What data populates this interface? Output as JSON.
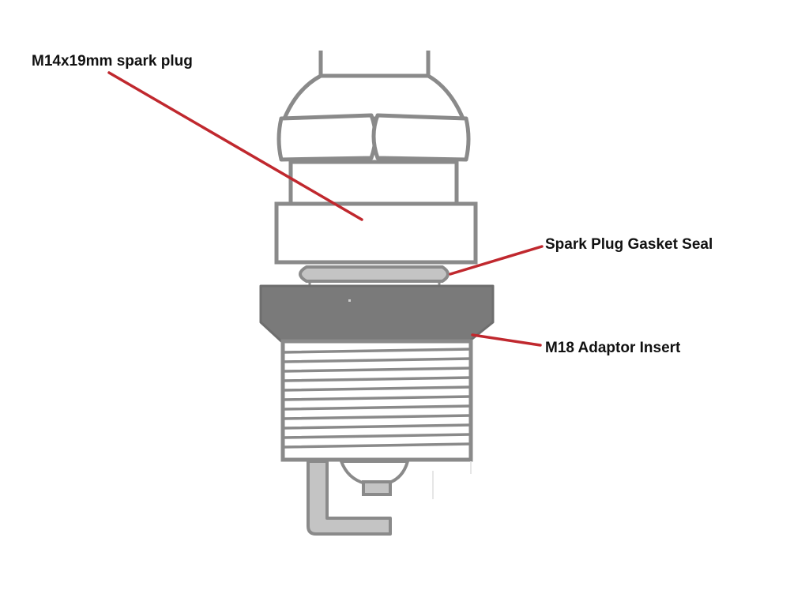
{
  "labels": {
    "spark_plug": "M14x19mm spark plug",
    "gasket_seal": "Spark Plug Gasket Seal",
    "adaptor_insert": "M18 Adaptor Insert"
  },
  "colors": {
    "outline": "#8a8a8a",
    "gasket_fill": "#c4c4c4",
    "insert_fill": "#7a7a7a",
    "leader_line": "#c0282e",
    "text": "#111111"
  }
}
